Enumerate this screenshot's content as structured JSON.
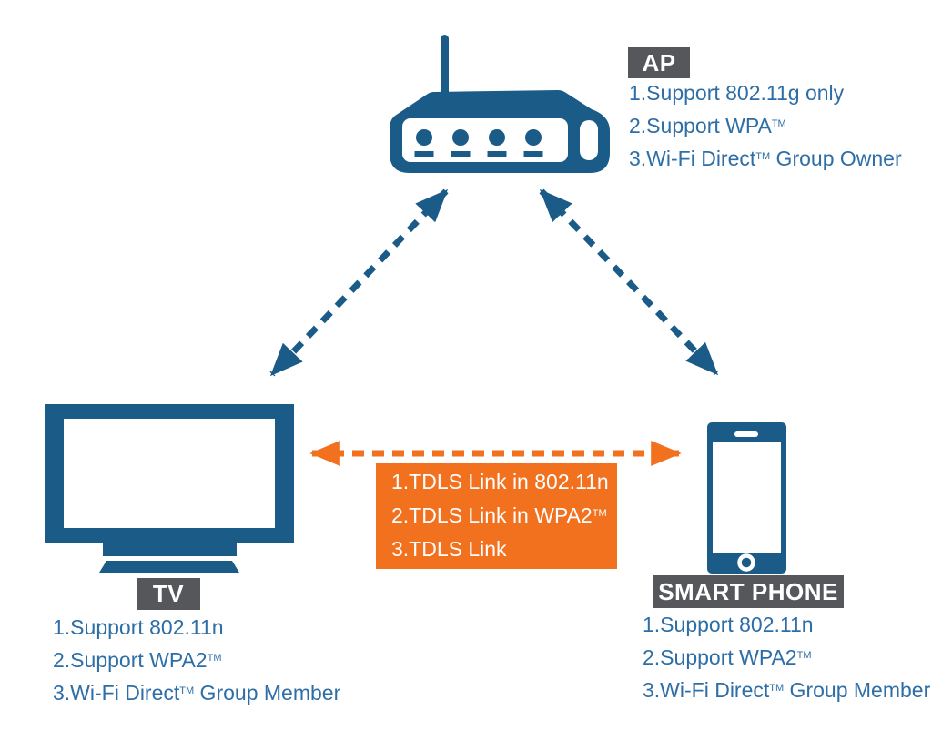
{
  "colors": {
    "device_blue": "#1b5b87",
    "text_blue": "#2e6ea6",
    "orange": "#f2711f",
    "label_gray": "#56575a",
    "label_text": "#ffffff",
    "background": "#ffffff"
  },
  "ap": {
    "label": "AP",
    "items": [
      {
        "text": "1.Support 802.11g only",
        "sup": "",
        "rest": ""
      },
      {
        "text": "2.Support WPA",
        "sup": "TM",
        "rest": ""
      },
      {
        "text": "3.Wi-Fi Direct",
        "sup": "TM",
        "rest": " Group Owner"
      }
    ]
  },
  "tv": {
    "label": "TV",
    "items": [
      {
        "text": "1.Support 802.11n",
        "sup": "",
        "rest": ""
      },
      {
        "text": "2.Support WPA2",
        "sup": "TM",
        "rest": ""
      },
      {
        "text": "3.Wi-Fi Direct",
        "sup": "TM",
        "rest": " Group Member"
      }
    ]
  },
  "phone": {
    "label": "SMART PHONE",
    "items": [
      {
        "text": "1.Support 802.11n",
        "sup": "",
        "rest": ""
      },
      {
        "text": "2.Support WPA2",
        "sup": "TM",
        "rest": ""
      },
      {
        "text": "3.Wi-Fi Direct",
        "sup": "TM",
        "rest": " Group Member"
      }
    ]
  },
  "tdls": {
    "items": [
      {
        "text": "1.TDLS Link in 802.11n",
        "sup": "",
        "rest": ""
      },
      {
        "text": "2.TDLS Link in WPA2",
        "sup": "TM",
        "rest": ""
      },
      {
        "text": "3.TDLS Link",
        "sup": "",
        "rest": ""
      }
    ]
  }
}
